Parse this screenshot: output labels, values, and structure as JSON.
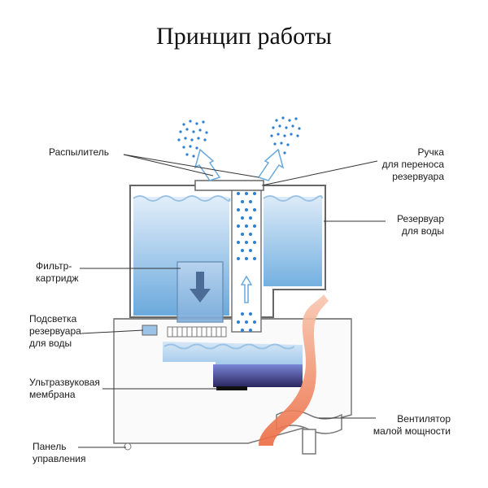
{
  "title": "Принцип работы",
  "labels": {
    "sprayer": "Распылитель",
    "handle": [
      "Ручка",
      "для переноса",
      "резервуара"
    ],
    "reservoir": [
      "Резервуар",
      "для воды"
    ],
    "filter": [
      "Фильтр-",
      "картридж"
    ],
    "backlight": [
      "Подсветка",
      "резервуара",
      "для воды"
    ],
    "membrane": [
      "Ультразвуковая",
      "мембрана"
    ],
    "fan": [
      "Вентилятор",
      "малой мощности"
    ],
    "panel": [
      "Панель",
      "управления"
    ]
  },
  "colors": {
    "water_light": "#c8e0f4",
    "water_dark": "#6aa9dc",
    "mist": "#2f7fd0",
    "membrane": "#2a2560",
    "air": "#f07a55",
    "outline": "#555555"
  }
}
